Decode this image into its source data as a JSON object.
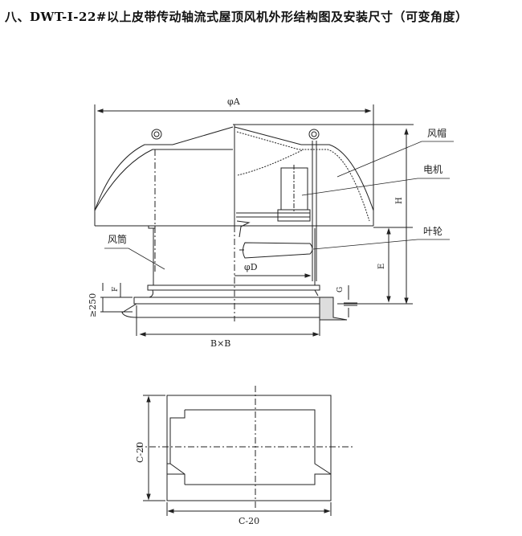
{
  "title": "八、DWT-Ⅰ-22#以上皮带传动轴流式屋顶风机外形结构图及安装尺寸（可变角度）",
  "labels": {
    "phiA": "φA",
    "phiD": "φD",
    "H": "H",
    "E": "E",
    "F": "F",
    "G": "G",
    "min250": "≥250",
    "BxB": "B×B",
    "hood": "风帽",
    "motor": "电机",
    "impeller": "叶轮",
    "duct": "风筒",
    "c20_v": "C-20",
    "c20_h": "C-20"
  }
}
